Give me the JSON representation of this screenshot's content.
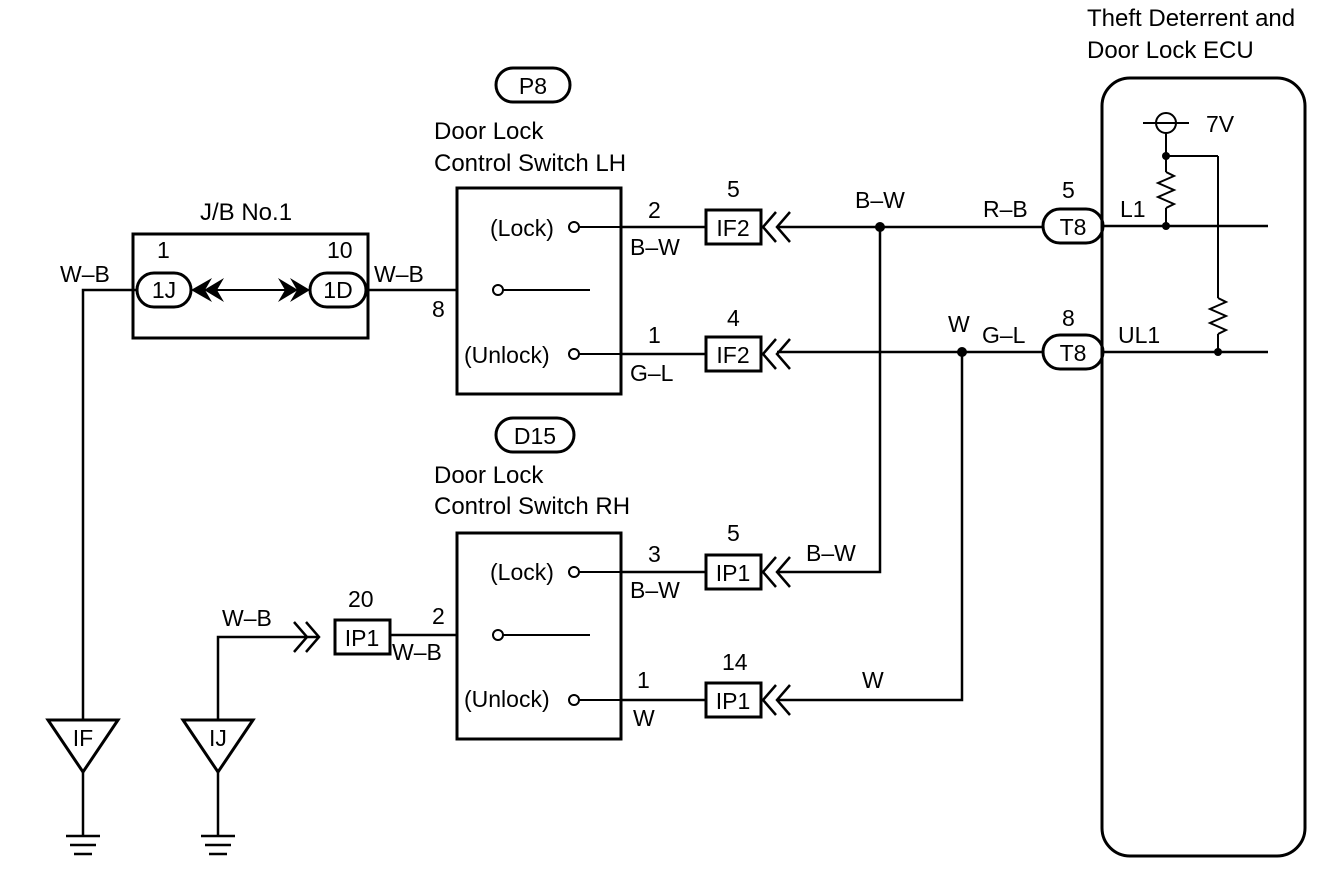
{
  "ecu": {
    "title_line1": "Theft Deterrent and",
    "title_line2": "Door Lock ECU",
    "voltage": "7V",
    "terminal_l1": "L1",
    "terminal_ul1": "UL1",
    "conn_top_pin": "5",
    "conn_top_name": "T8",
    "conn_bottom_pin": "8",
    "conn_bottom_name": "T8"
  },
  "jb": {
    "title": "J/B No.1",
    "left_pin": "1",
    "left_conn": "1J",
    "right_pin": "10",
    "right_conn": "1D"
  },
  "switch_lh": {
    "code": "P8",
    "title_line1": "Door Lock",
    "title_line2": "Control Switch LH",
    "lock_label": "(Lock)",
    "unlock_label": "(Unlock)",
    "lock_pin": "2",
    "lock_wire": "B–W",
    "common_pin": "8",
    "unlock_pin": "1",
    "unlock_wire": "G–L"
  },
  "switch_rh": {
    "code": "D15",
    "title_line1": "Door Lock",
    "title_line2": "Control Switch RH",
    "lock_label": "(Lock)",
    "unlock_label": "(Unlock)",
    "lock_pin": "3",
    "lock_wire": "B–W",
    "common_pin": "2",
    "common_wire": "W–B",
    "unlock_pin": "1",
    "unlock_wire": "W"
  },
  "connectors": {
    "if2_top_pin": "5",
    "if2_top": "IF2",
    "if2_bottom_pin": "4",
    "if2_bottom": "IF2",
    "ip1_lock_pin": "5",
    "ip1_lock": "IP1",
    "ip1_unlock_pin": "14",
    "ip1_unlock": "IP1",
    "ip1_ground_pin": "20",
    "ip1_ground": "IP1"
  },
  "wires": {
    "jb_left": "W–B",
    "jb_right": "W–B",
    "lh_lock_bus": "B–W",
    "ecu_lock": "R–B",
    "lh_unlock_bus": "W",
    "ecu_unlock": "G–L",
    "rh_lock_bus": "B–W",
    "rh_unlock_bus": "W",
    "ij_ground": "W–B"
  },
  "grounds": {
    "left": "IF",
    "right": "IJ"
  }
}
